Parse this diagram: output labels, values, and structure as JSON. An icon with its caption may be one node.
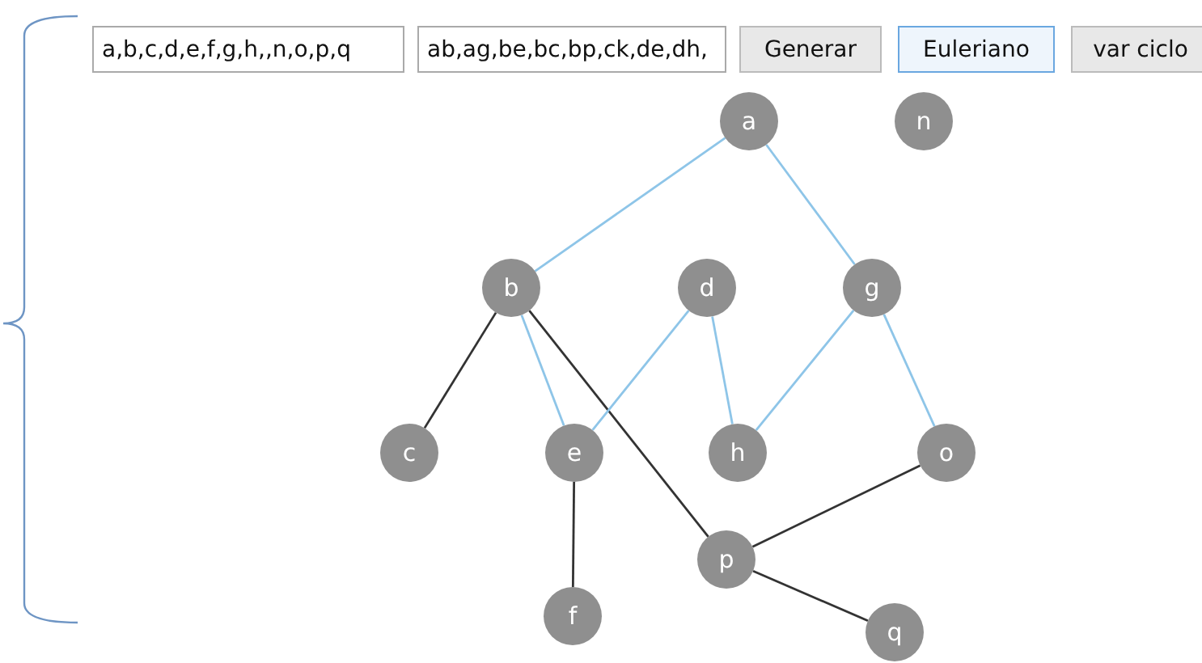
{
  "diagram": {
    "nodes": [
      {
        "text": [
          "a"
        ]
      },
      {
        "text": [
          "n"
        ]
      },
      {
        "text": [
          "b"
        ]
      },
      {
        "text": [
          "d"
        ]
      },
      {
        "text": [
          "g"
        ]
      },
      {
        "text": [
          "c"
        ]
      },
      {
        "text": [
          "e"
        ]
      },
      {
        "text": [
          "h"
        ]
      },
      {
        "text": [
          "o"
        ]
      },
      {
        "text": [
          "p"
        ]
      },
      {
        "text": [
          "f"
        ]
      },
      {
        "text": [
          "q"
        ]
      }
    ],
    "edges": [
      {
        "from": 0,
        "to": 2,
        "arrow": "none"
      },
      {
        "from": 0,
        "to": 4,
        "arrow": "none"
      },
      {
        "from": 2,
        "to": 5,
        "arrow": "none",
        "color": "#333333"
      },
      {
        "from": 2,
        "to": 6,
        "arrow": "none"
      },
      {
        "from": 2,
        "to": 9,
        "arrow": "none",
        "color": "#333333"
      },
      {
        "from": 3,
        "to": 6,
        "arrow": "none"
      },
      {
        "from": 3,
        "to": 7,
        "arrow": "none"
      },
      {
        "from": 4,
        "to": 7,
        "arrow": "none"
      },
      {
        "from": 4,
        "to": 8,
        "arrow": "none"
      },
      {
        "from": 6,
        "to": 10,
        "arrow": "none",
        "color": "#333333"
      },
      {
        "from": 8,
        "to": 9,
        "arrow": "none",
        "color": "#333333"
      },
      {
        "from": 9,
        "to": 11,
        "arrow": "none",
        "color": "#333333"
      }
    ],
    "labels": [
      "a,b,c,d,e,f,g,h,,n,o,p,q",
      "ab,ag,be,bc,bp,ck,de,dh,",
      "Generar",
      "Euleriano",
      "var ciclo"
    ]
  }
}
